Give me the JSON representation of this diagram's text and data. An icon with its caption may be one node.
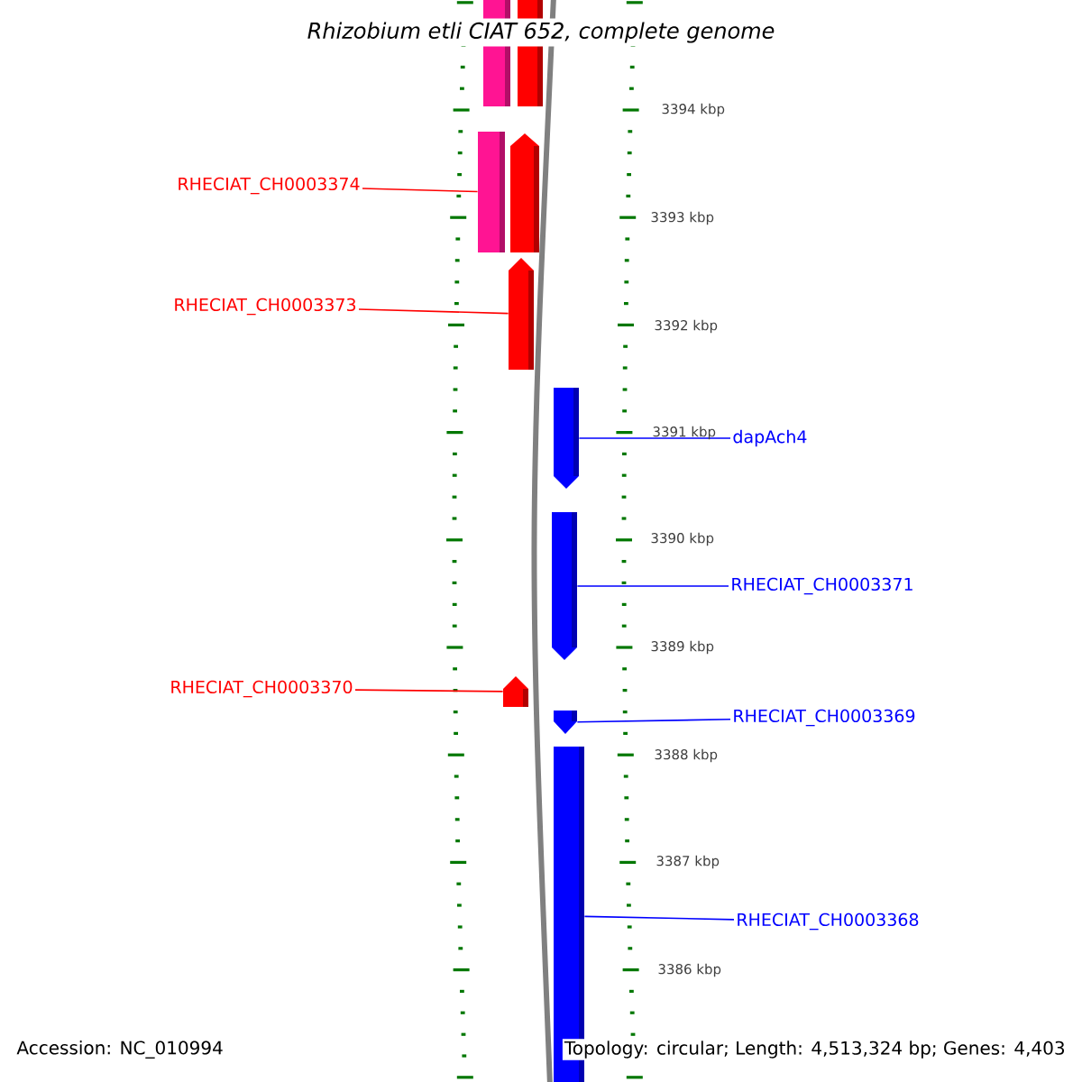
{
  "diagram": {
    "title": "Rhizobium etli CIAT 652, complete genome",
    "nodes": [
      {
        "text": [],
        "shape": "bar"
      },
      {
        "text": [],
        "shape": "bar"
      },
      {
        "text": [],
        "shape": "bar"
      },
      {
        "text": [],
        "shape": "pentagon"
      },
      {
        "text": [
          "RHECIAT_CH0003374"
        ]
      },
      {
        "text": [],
        "shape": "pentagon"
      },
      {
        "text": [
          "RHECIAT_CH0003373"
        ]
      },
      {
        "text": [],
        "shape": "pentagon"
      },
      {
        "text": [
          "dapAch4"
        ]
      },
      {
        "text": [],
        "shape": "pentagon"
      },
      {
        "text": [
          "RHECIAT_CH0003371"
        ]
      },
      {
        "text": [],
        "shape": "pentagon"
      },
      {
        "text": [
          "RHECIAT_CH0003370"
        ]
      },
      {
        "text": [],
        "shape": "pentagon"
      },
      {
        "text": [
          "RHECIAT_CH0003369"
        ]
      },
      {
        "text": [],
        "shape": "bar"
      },
      {
        "text": [
          "RHECIAT_CH0003368"
        ]
      }
    ],
    "edges": [
      {
        "from": 4,
        "to": 2,
        "arrow": "none",
        "color": "#ff0000"
      },
      {
        "from": 6,
        "to": 5,
        "arrow": "none",
        "color": "#ff0000"
      },
      {
        "from": 8,
        "to": 7,
        "arrow": "none",
        "color": "#0000ff"
      },
      {
        "from": 10,
        "to": 9,
        "arrow": "none",
        "color": "#0000ff"
      },
      {
        "from": 12,
        "to": 11,
        "arrow": "none",
        "color": "#ff0000"
      },
      {
        "from": 14,
        "to": 13,
        "arrow": "none",
        "color": "#0000ff"
      },
      {
        "from": 16,
        "to": 15,
        "arrow": "none",
        "color": "#0000ff"
      }
    ],
    "labels": [
      "3394 kbp",
      "3393 kbp",
      "3392 kbp",
      "3391 kbp",
      "3390 kbp",
      "3389 kbp",
      "3388 kbp",
      "3387 kbp",
      "3386 kbp",
      "Accession: NC_010994",
      "Topology: circular; Length: 4,513,324 bp; Genes: 4,403"
    ]
  }
}
